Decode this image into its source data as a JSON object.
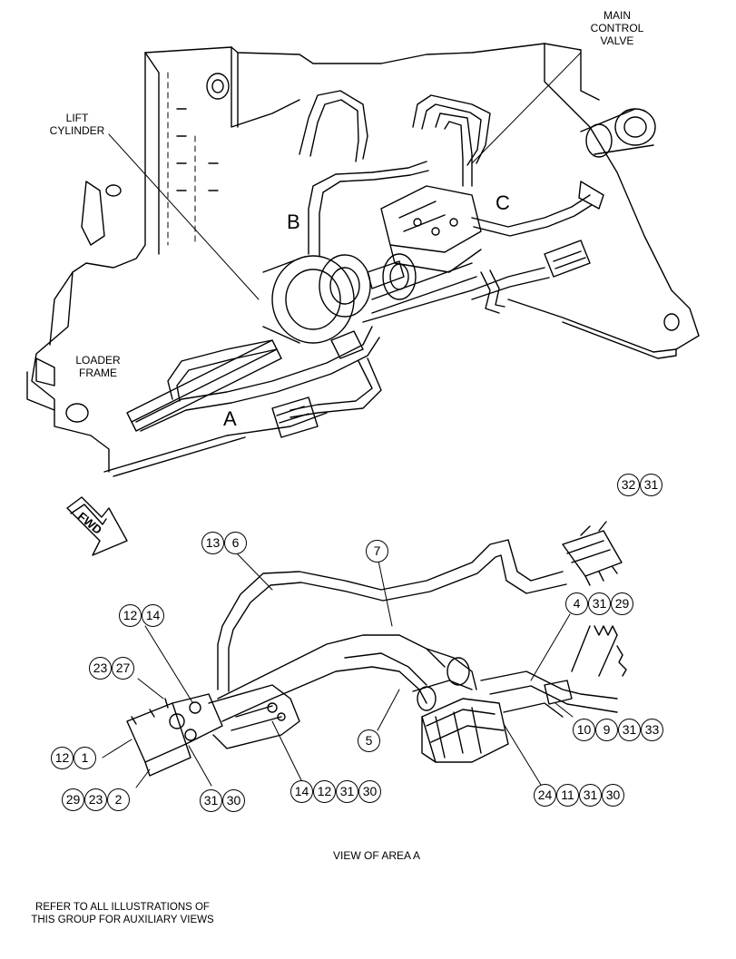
{
  "labels": {
    "main_control_valve": "MAIN\nCONTROL\nVALVE",
    "lift_cylinder": "LIFT\nCYLINDER",
    "loader_frame": "LOADER\nFRAME",
    "area_a": "A",
    "area_b": "B",
    "area_c": "C",
    "fwd": "FWD",
    "view_of_area_a": "VIEW OF AREA A",
    "footer_note": "REFER TO ALL ILLUSTRATIONS OF\nTHIS GROUP FOR AUXILIARY VIEWS"
  },
  "callouts": {
    "g_32_31": [
      "32",
      "31"
    ],
    "g_13_6": [
      "13",
      "6"
    ],
    "g_7": [
      "7"
    ],
    "g_12_14": [
      "12",
      "14"
    ],
    "g_4_31_29": [
      "4",
      "31",
      "29"
    ],
    "g_23_27": [
      "23",
      "27"
    ],
    "g_10_9_31_33": [
      "10",
      "9",
      "31",
      "33"
    ],
    "g_5": [
      "5"
    ],
    "g_12_1": [
      "12",
      "1"
    ],
    "g_29_23_2": [
      "29",
      "23",
      "2"
    ],
    "g_31_30": [
      "31",
      "30"
    ],
    "g_14_12_31_30": [
      "14",
      "12",
      "31",
      "30"
    ],
    "g_24_11_31_30": [
      "24",
      "11",
      "31",
      "30"
    ]
  }
}
